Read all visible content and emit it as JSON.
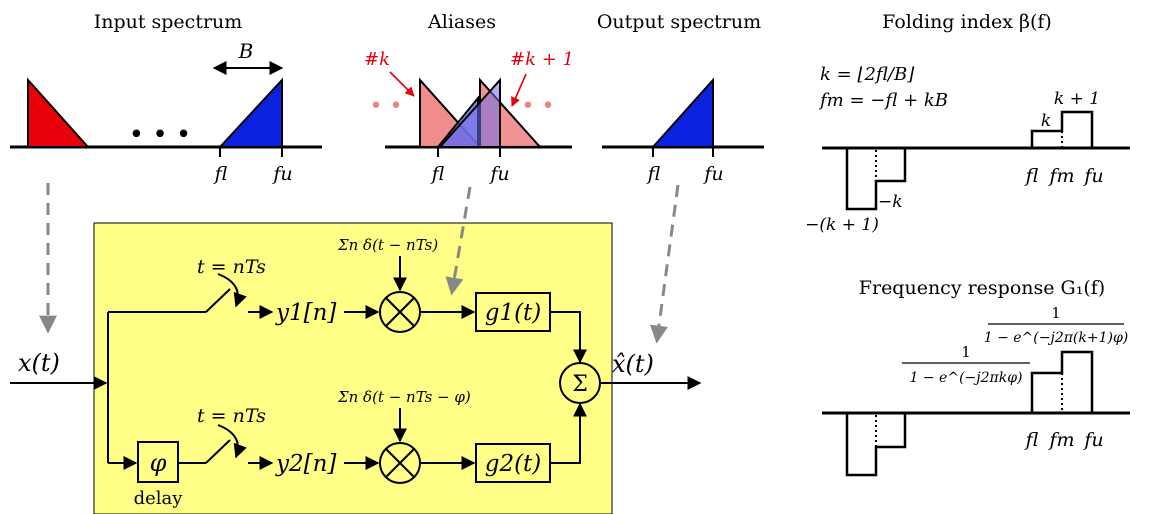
{
  "panels": {
    "input_title": "Input spectrum",
    "aliases_title": "Aliases",
    "output_title": "Output spectrum",
    "folding_title": "Folding index β(f)",
    "freq_response_title": "Frequency response G₁(f)"
  },
  "input": {
    "bandwidth": "B",
    "dots": "• • •",
    "fl": "fl",
    "fu": "fu"
  },
  "aliases": {
    "alias_k": "#k",
    "alias_k1": "#k + 1",
    "dots": "• •",
    "fl": "fl",
    "fu": "fu"
  },
  "output": {
    "fl": "fl",
    "fu": "fu"
  },
  "folding": {
    "eq_k": "k = ⌊2fl/B⌋",
    "eq_fm": "fm = −fl + kB",
    "lvl_k": "k",
    "lvl_k1": "k + 1",
    "lvl_neg_k": "−k",
    "lvl_neg_k1": "−(k + 1)",
    "fl": "fl",
    "fm": "fm",
    "fu": "fu"
  },
  "freq_response": {
    "num_left": "1",
    "den_left": "1 − e^(−j2πkφ)",
    "num_right": "1",
    "den_right": "1 − e^(−j2π(k+1)φ)",
    "fl": "fl",
    "fm": "fm",
    "fu": "fu"
  },
  "system": {
    "input": "x(t)",
    "output": "x̂(t)",
    "sample_upper": "t = nTs",
    "sample_lower": "t = nTs",
    "y1": "y1[n]",
    "y2": "y2[n]",
    "impulse_upper": "Σn δ(t − nTs)",
    "impulse_lower": "Σn δ(t − nTs − φ)",
    "g1": "g1(t)",
    "g2": "g2(t)",
    "delay_symbol": "φ",
    "delay_label": "delay",
    "sum_symbol": "Σ",
    "mult_symbol": "×"
  },
  "colors": {
    "red": "#e8000b",
    "blue": "#0b22e0",
    "alias_red": "#f08080",
    "alias_blue": "#6f6fe8",
    "box_fill": "#ffff88",
    "arrow_gray": "#888888",
    "red_label": "#e8000b"
  }
}
